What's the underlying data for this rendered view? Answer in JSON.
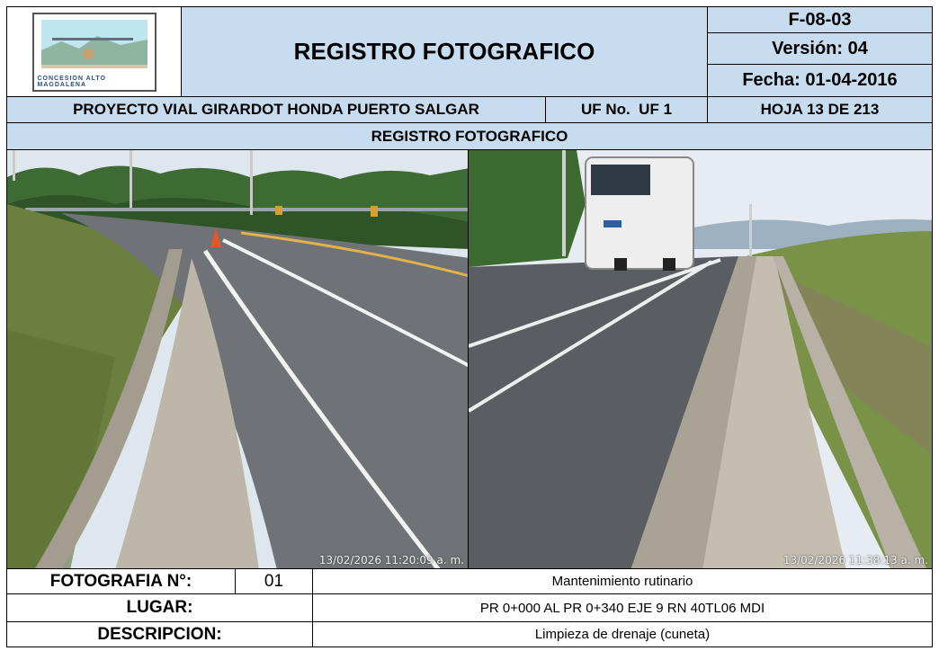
{
  "header": {
    "logo_text": "CONCESION ALTO MAGDALENA",
    "title": "REGISTRO FOTOGRAFICO",
    "code": "F-08-03",
    "version": "Versión: 04",
    "date": "Fecha: 01-04-2016"
  },
  "project_row": {
    "project": "PROYECTO VIAL GIRARDOT HONDA PUERTO SALGAR",
    "uf": "UF No.  UF 1",
    "sheet": "HOJA 13 DE 213"
  },
  "section_title": "REGISTRO FOTOGRAFICO",
  "photos": [
    {
      "timestamp": "13/02/2026 11:20:09 a. m."
    },
    {
      "timestamp": "13/02/2026 11:38:13 a. m."
    }
  ],
  "details": {
    "photo_label": "FOTOGRAFIA N°:",
    "photo_number": "01",
    "activity": "Mantenimiento rutinario",
    "place_label": "LUGAR:",
    "place_value": "PR 0+000 AL PR 0+340 EJE 9 RN 40TL06 MDI",
    "description_label": "DESCRIPCION:",
    "description_value": "Limpieza de drenaje (cuneta)"
  }
}
